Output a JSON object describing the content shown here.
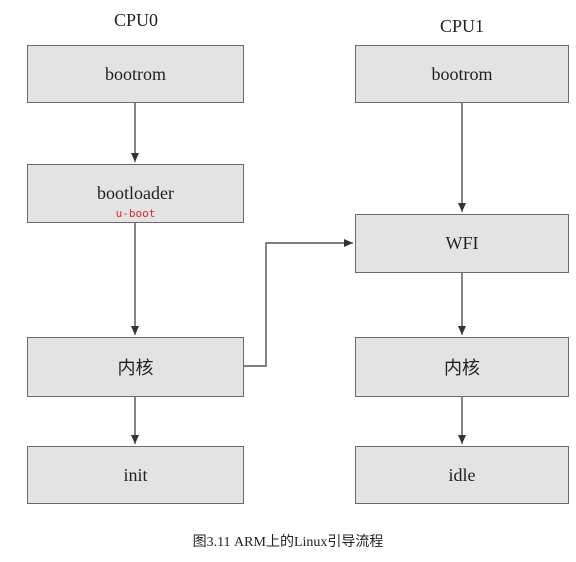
{
  "diagram": {
    "columns": [
      {
        "title": "CPU0",
        "nodes": [
          {
            "label": "bootrom"
          },
          {
            "label": "bootloader",
            "note": "u-boot"
          },
          {
            "label": "内核"
          },
          {
            "label": "init"
          }
        ]
      },
      {
        "title": "CPU1",
        "nodes": [
          {
            "label": "bootrom"
          },
          {
            "label": "WFI"
          },
          {
            "label": "内核"
          },
          {
            "label": "idle"
          }
        ]
      }
    ],
    "edges": [
      {
        "from": "cpu0-bootrom",
        "to": "cpu0-bootloader"
      },
      {
        "from": "cpu0-bootloader",
        "to": "cpu0-kernel"
      },
      {
        "from": "cpu0-kernel",
        "to": "cpu0-init"
      },
      {
        "from": "cpu0-kernel",
        "to": "cpu1-wfi"
      },
      {
        "from": "cpu1-bootrom",
        "to": "cpu1-wfi"
      },
      {
        "from": "cpu1-wfi",
        "to": "cpu1-kernel"
      },
      {
        "from": "cpu1-kernel",
        "to": "cpu1-idle"
      }
    ]
  },
  "caption": "图3.11    ARM上的Linux引导流程",
  "colors": {
    "node_fill": "#e3e3e3",
    "node_border": "#6a6a6a",
    "edge": "#333333",
    "note": "#e02a2a"
  }
}
